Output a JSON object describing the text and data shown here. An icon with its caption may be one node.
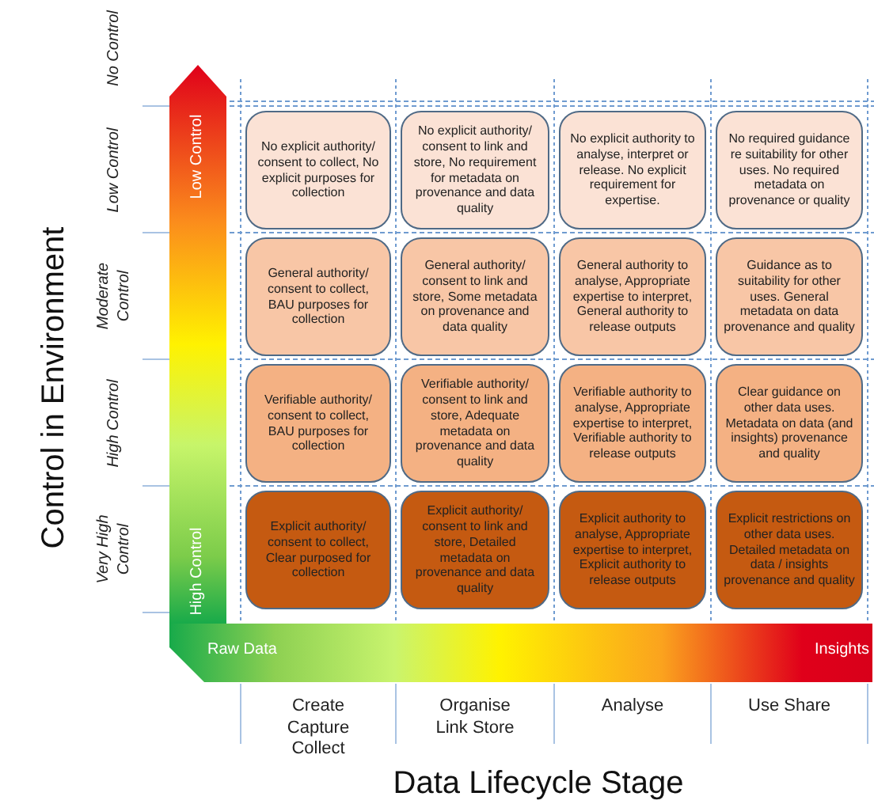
{
  "diagram": {
    "nodes": [
      {
        "text": [
          "No explicit authority/ consent to collect, No explicit purposes for collection"
        ]
      },
      {
        "text": [
          "No explicit authority/ consent to link and store, No requirement for metadata on provenance and data quality"
        ]
      },
      {
        "text": [
          "No explicit authority to analyse, interpret or release. No explicit requirement for expertise."
        ]
      },
      {
        "text": [
          "No required guidance re suitability for other uses. No required metadata on provenance or quality"
        ]
      },
      {
        "text": [
          "General authority/ consent to collect, BAU purposes for collection"
        ]
      },
      {
        "text": [
          "General authority/ consent to link and store, Some metadata on provenance and data quality"
        ]
      },
      {
        "text": [
          "General authority to analyse, Appropriate expertise to interpret, General authority to release outputs"
        ]
      },
      {
        "text": [
          "Guidance as to suitability for other uses. General metadata on data provenance and quality"
        ]
      },
      {
        "text": [
          "Verifiable authority/ consent to collect, BAU purposes for collection"
        ]
      },
      {
        "text": [
          "Verifiable authority/ consent to link and store, Adequate metadata on provenance and data quality"
        ]
      },
      {
        "text": [
          "Verifiable authority to analyse, Appropriate expertise to interpret, Verifiable authority to release outputs"
        ]
      },
      {
        "text": [
          "Clear guidance on other data uses. Metadata on data (and insights) provenance and quality"
        ]
      },
      {
        "text": [
          "Explicit authority/ consent to collect, Clear purposed for collection"
        ]
      },
      {
        "text": [
          "Explicit authority/ consent to link and store, Detailed metadata on provenance and data quality"
        ]
      },
      {
        "text": [
          "Explicit authority to analyse, Appropriate expertise to interpret, Explicit authority to release outputs"
        ]
      },
      {
        "text": [
          "Explicit restrictions on other data uses. Detailed metadata on data / insights provenance and quality"
        ]
      },
      {
        "text": [
          "Low Control",
          "High Control"
        ]
      },
      {
        "text": [
          "Raw Data",
          "Insights"
        ]
      }
    ],
    "labels": [
      "Control in Environment",
      "No Control",
      "Low Control",
      "Moderate Control",
      "High Control",
      "Very High Control",
      "Create Capture Collect",
      "Organise Link Store",
      "Analyse",
      "Use Share",
      "Data Lifecycle Stage"
    ]
  }
}
